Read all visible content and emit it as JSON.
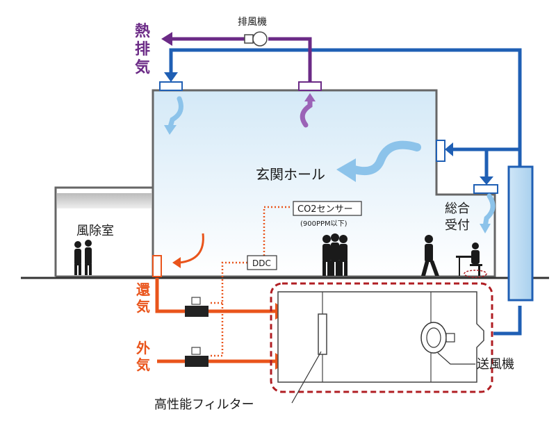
{
  "labels": {
    "exhaust_fan": "排風機",
    "heat_exhaust": [
      "熱",
      "排",
      "気"
    ],
    "entrance_hall": "玄関ホール",
    "windbreak_room": "風除室",
    "reception": [
      "総合",
      "受付"
    ],
    "co2_sensor": "CO2センサー",
    "co2_note": "(900PPM以下)",
    "ddc": "DDC",
    "return_air": [
      "還",
      "気"
    ],
    "outside_air": [
      "外",
      "気"
    ],
    "supply_fan": "送風機",
    "hepa_filter": "高性能フィルター"
  },
  "colors": {
    "supply_duct": "#1f5fb4",
    "exhaust_duct": "#6b2a86",
    "return_air": "#e9541b",
    "sensor_line": "#e9541b",
    "ahu_outline": "#b01e23",
    "text": "#1a1a1a"
  }
}
